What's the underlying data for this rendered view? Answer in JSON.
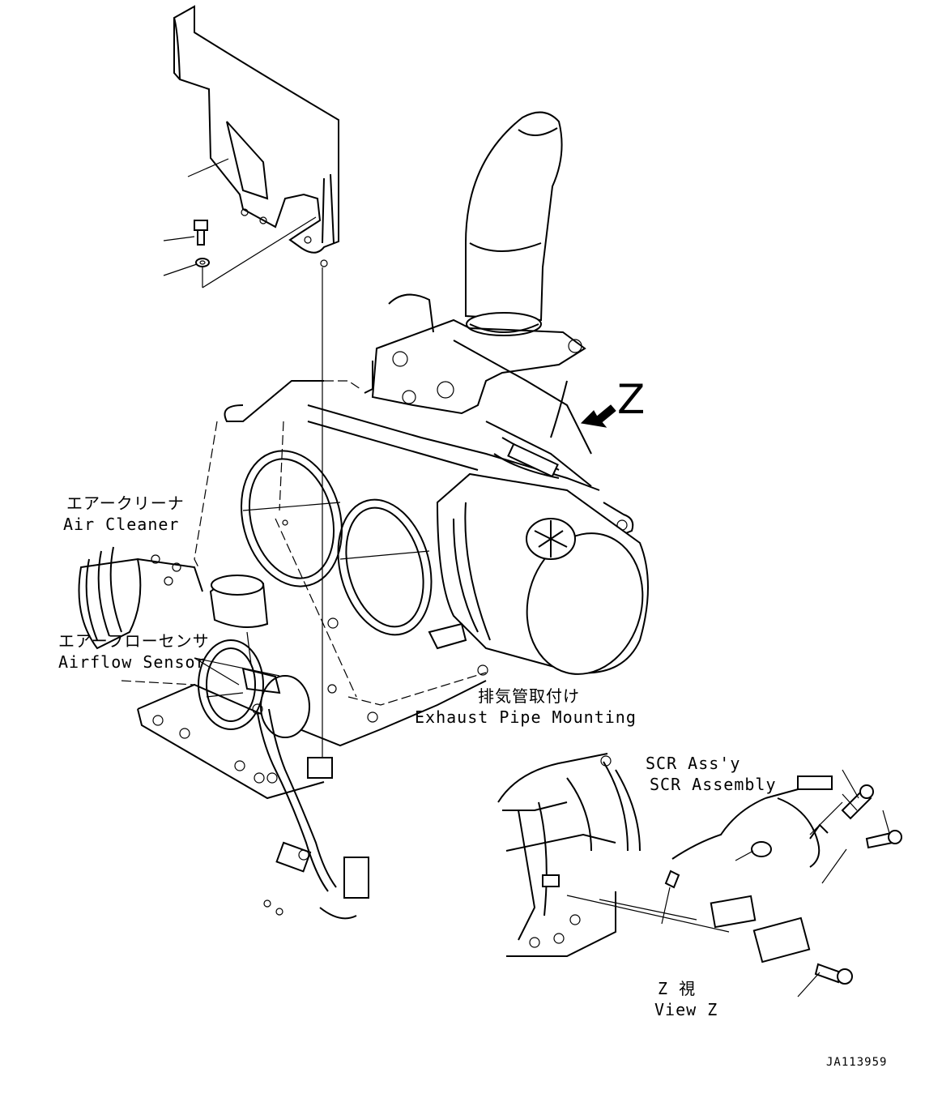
{
  "labels": {
    "air_cleaner_jp": "エアークリーナ",
    "air_cleaner_en": "Air Cleaner",
    "airflow_sensor_jp": "エアーフローセンサ",
    "airflow_sensor_en": "Airflow Sensor",
    "exhaust_pipe_jp": "排気管取付け",
    "exhaust_pipe_en": "Exhaust Pipe Mounting",
    "scr_ass_jp": "SCR Ass'y",
    "scr_assembly_en": "SCR Assembly",
    "view_z_jp": "Z 視",
    "view_z_en": "View Z",
    "view_marker": "Z",
    "drawing_code": "JA113959"
  }
}
